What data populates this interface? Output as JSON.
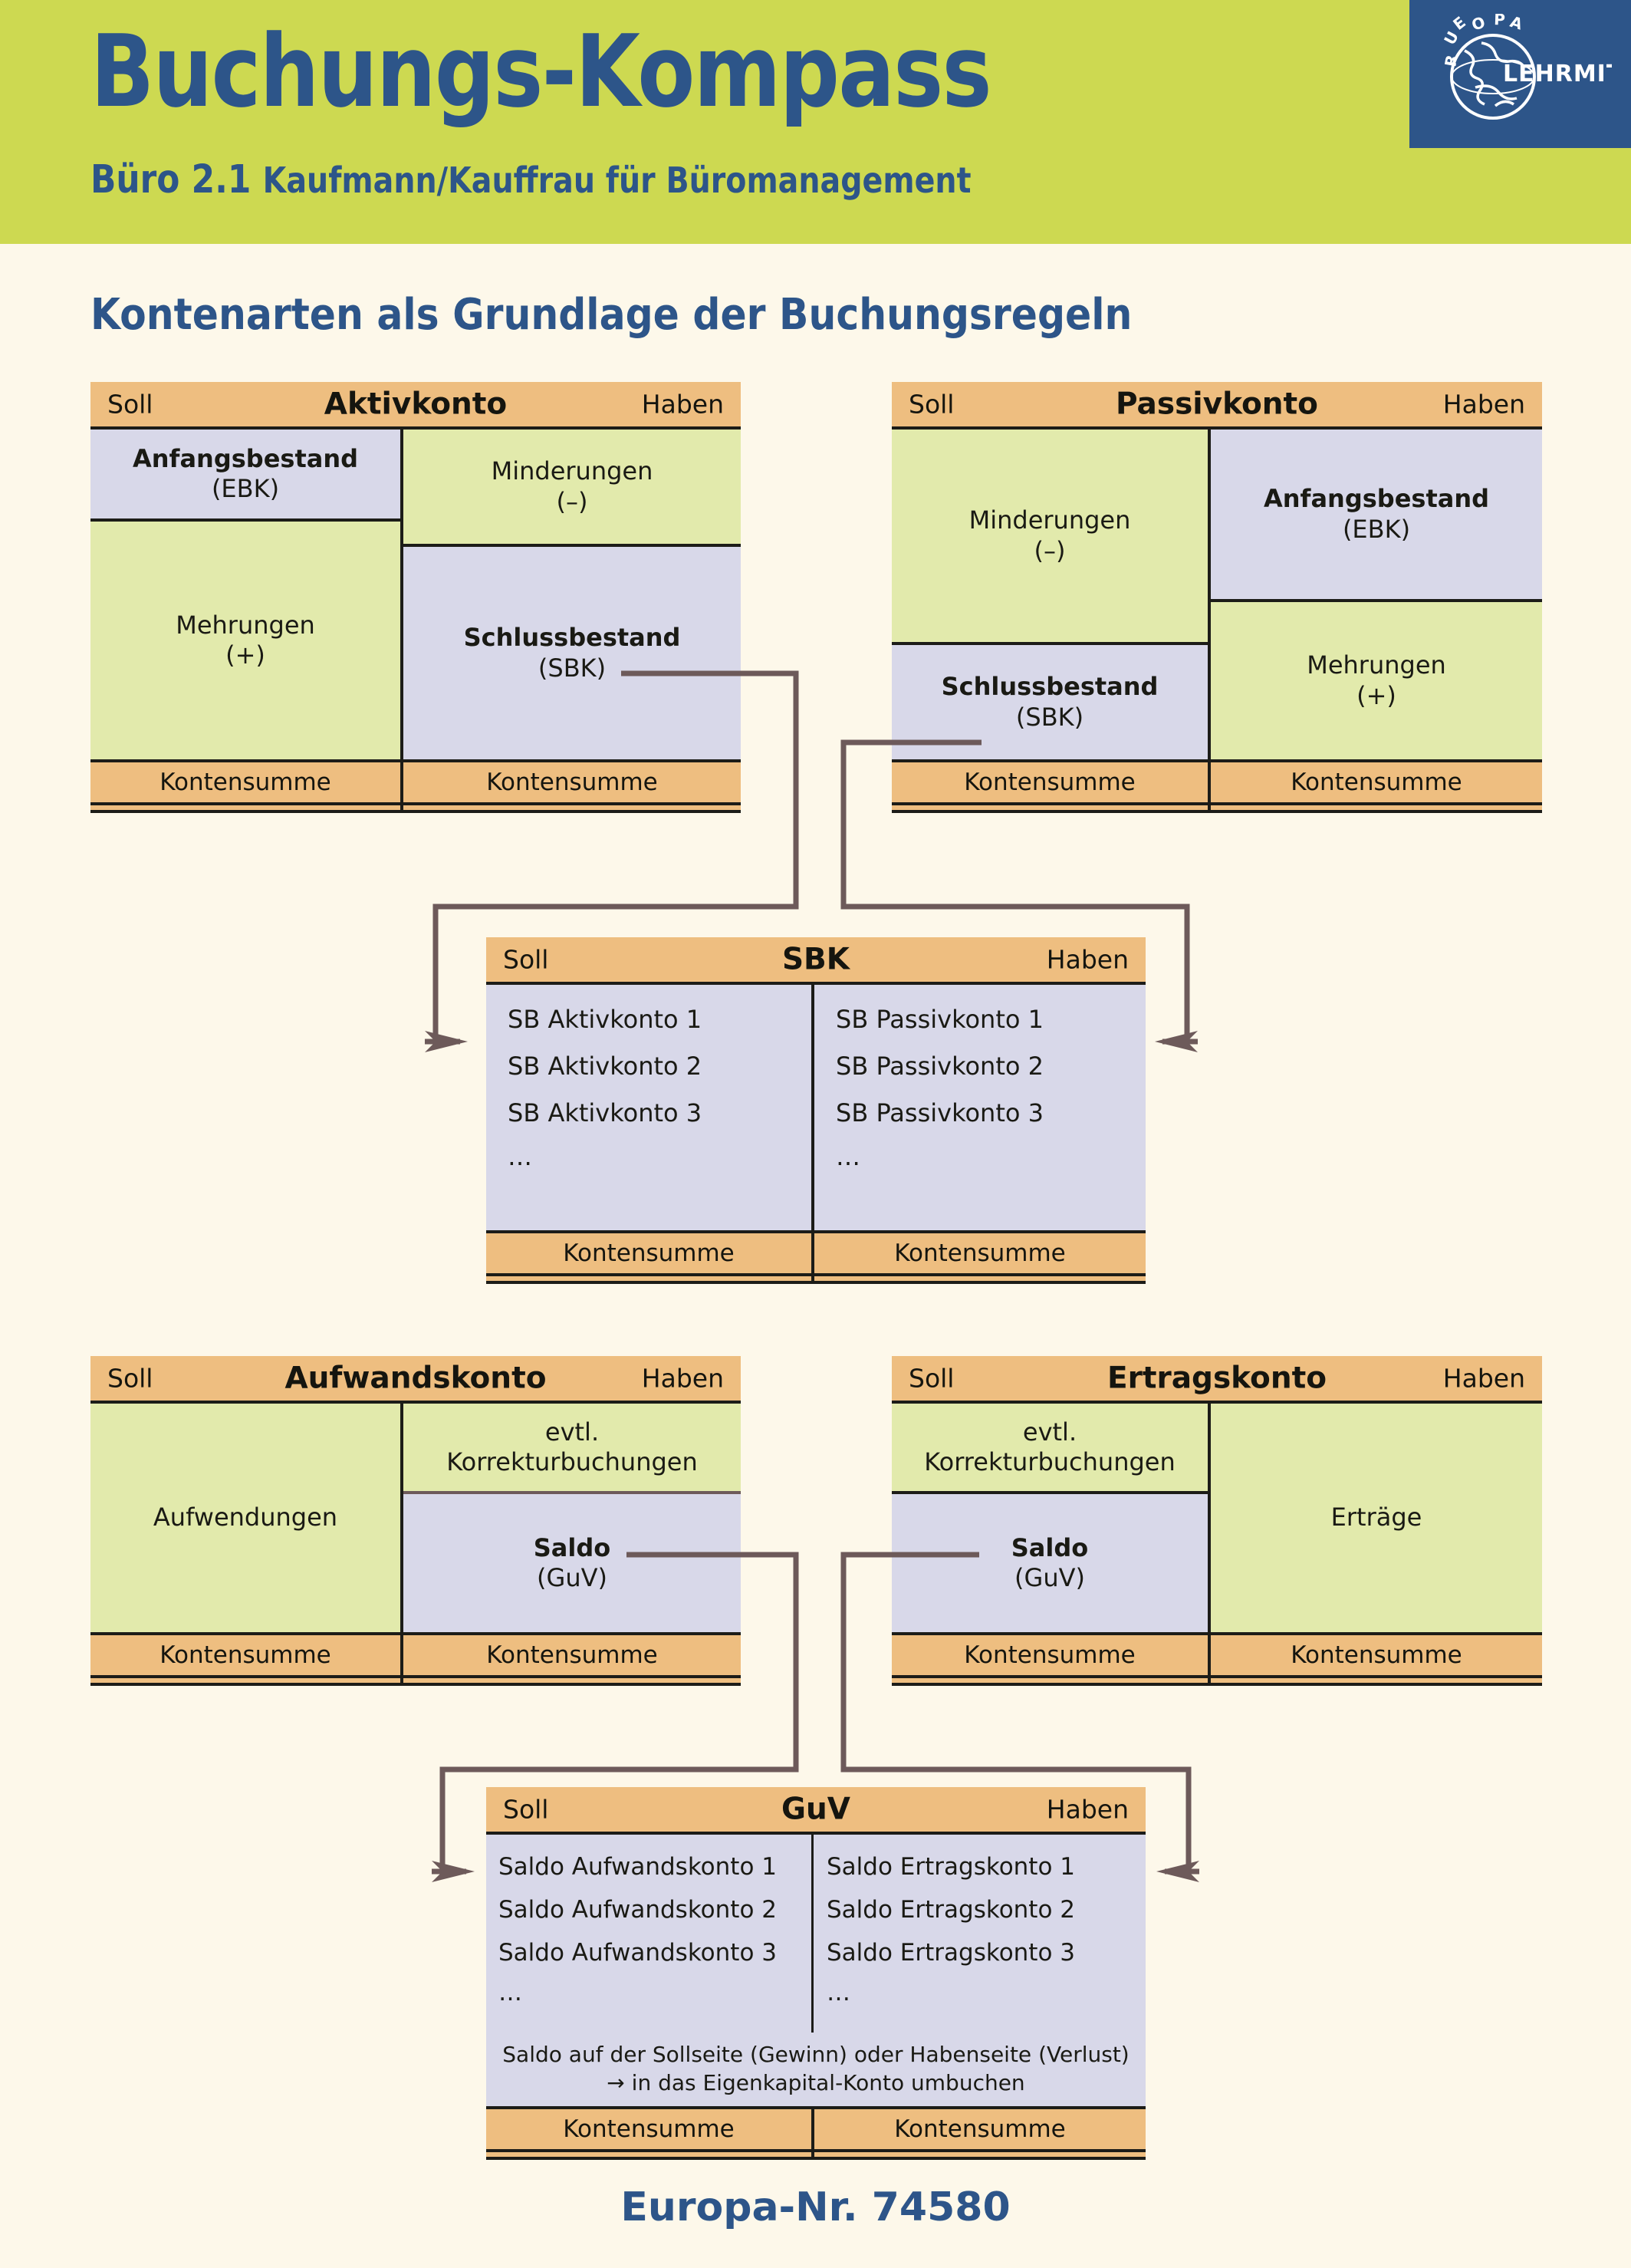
{
  "header": {
    "title": "Buchungs-Kompass",
    "subtitle_bold": "Büro 2.1",
    "subtitle_rest": "Kaufmann/Kauffrau für Büromanagement",
    "logo_top": "EUROPA",
    "logo_bottom": "LEHRMITTEL"
  },
  "section": {
    "title": "Kontenarten als Grundlage der Buchungsregeln"
  },
  "labels": {
    "soll": "Soll",
    "haben": "Haben",
    "kontensumme": "Kontensumme",
    "ellipsis": "…"
  },
  "accounts": {
    "aktivkonto": {
      "name": "Aktivkonto",
      "soll_top_main": "Anfangsbestand",
      "soll_top_sub": "(EBK)",
      "soll_bottom_main": "Mehrungen",
      "soll_bottom_sub": "(+)",
      "haben_top_main": "Minderungen",
      "haben_top_sub": "(–)",
      "haben_bottom_main": "Schlussbestand",
      "haben_bottom_sub": "(SBK)"
    },
    "passivkonto": {
      "name": "Passivkonto",
      "soll_top_main": "Minderungen",
      "soll_top_sub": "(–)",
      "soll_bottom_main": "Schlussbestand",
      "soll_bottom_sub": "(SBK)",
      "haben_top_main": "Anfangsbestand",
      "haben_top_sub": "(EBK)",
      "haben_bottom_main": "Mehrungen",
      "haben_bottom_sub": "(+)"
    },
    "sbk": {
      "name": "SBK",
      "soll_rows": [
        "SB Aktivkonto 1",
        "SB Aktivkonto 2",
        "SB Aktivkonto 3",
        "…"
      ],
      "haben_rows": [
        "SB Passivkonto 1",
        "SB Passivkonto 2",
        "SB Passivkonto 3",
        "…"
      ]
    },
    "aufwandskonto": {
      "name": "Aufwandskonto",
      "soll_main": "Aufwendungen",
      "haben_top_line1": "evtl.",
      "haben_top_line2": "Korrekturbuchungen",
      "haben_bottom_main": "Saldo",
      "haben_bottom_sub": "(GuV)"
    },
    "ertragskonto": {
      "name": "Ertragskonto",
      "soll_top_line1": "evtl.",
      "soll_top_line2": "Korrekturbuchungen",
      "soll_bottom_main": "Saldo",
      "soll_bottom_sub": "(GuV)",
      "haben_main": "Erträge"
    },
    "guv": {
      "name": "GuV",
      "soll_rows": [
        "Saldo Aufwandskonto 1",
        "Saldo Aufwandskonto 2",
        "Saldo Aufwandskonto 3",
        "…"
      ],
      "haben_rows": [
        "Saldo Ertragskonto 1",
        "Saldo Ertragskonto 2",
        "Saldo Ertragskonto 3",
        "…"
      ],
      "note_line1": "Saldo auf der Sollseite (Gewinn) oder Habenseite (Verlust)",
      "note_line2": "→ in das Eigenkapital-Konto umbuchen"
    }
  },
  "footer": {
    "europa_nr": "Europa-Nr. 74580"
  },
  "colors": {
    "header_green": "#cdd951",
    "brand_blue": "#2d5589",
    "page_bg": "#fdf8ea",
    "cell_green": "#e2eaac",
    "cell_lavender": "#d8d8e9",
    "band_orange": "#eebe80",
    "rule_black": "#1c1c18",
    "connector": "#6d5a5a"
  }
}
